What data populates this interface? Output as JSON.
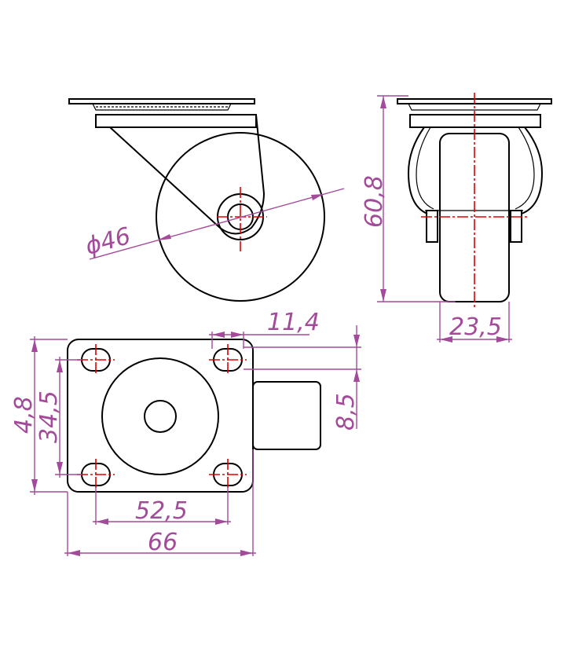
{
  "drawing": {
    "dimensions": {
      "wheel_diameter": "ϕ46",
      "total_height": "60,8",
      "wheel_width": "23,5",
      "hole_spacing_small": "11,4",
      "bolt_pitch_y": "34,5",
      "hole_offset": "8,5",
      "bolt_pitch_x": "52,5",
      "plate_width": "66",
      "plate_height": "4,8"
    }
  }
}
